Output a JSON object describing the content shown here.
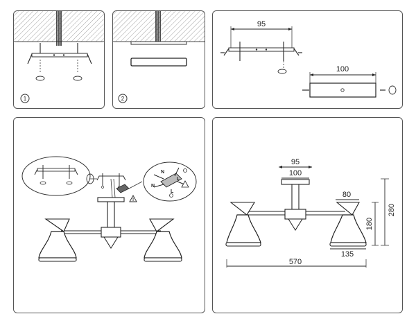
{
  "steps": [
    {
      "number": "1"
    },
    {
      "number": "2"
    }
  ],
  "dimensions": {
    "bracket_width": "95",
    "canopy_width": "100",
    "product_bracket": "95",
    "product_canopy": "100",
    "shade_diameter_top": "80",
    "shade_diameter_bottom": "135",
    "overall_width": "570",
    "shade_height": "180",
    "overall_height": "280"
  },
  "wiring": {
    "neutral_top": "N",
    "line_top": "L",
    "neutral_bottom": "N",
    "line_bottom": "L"
  }
}
